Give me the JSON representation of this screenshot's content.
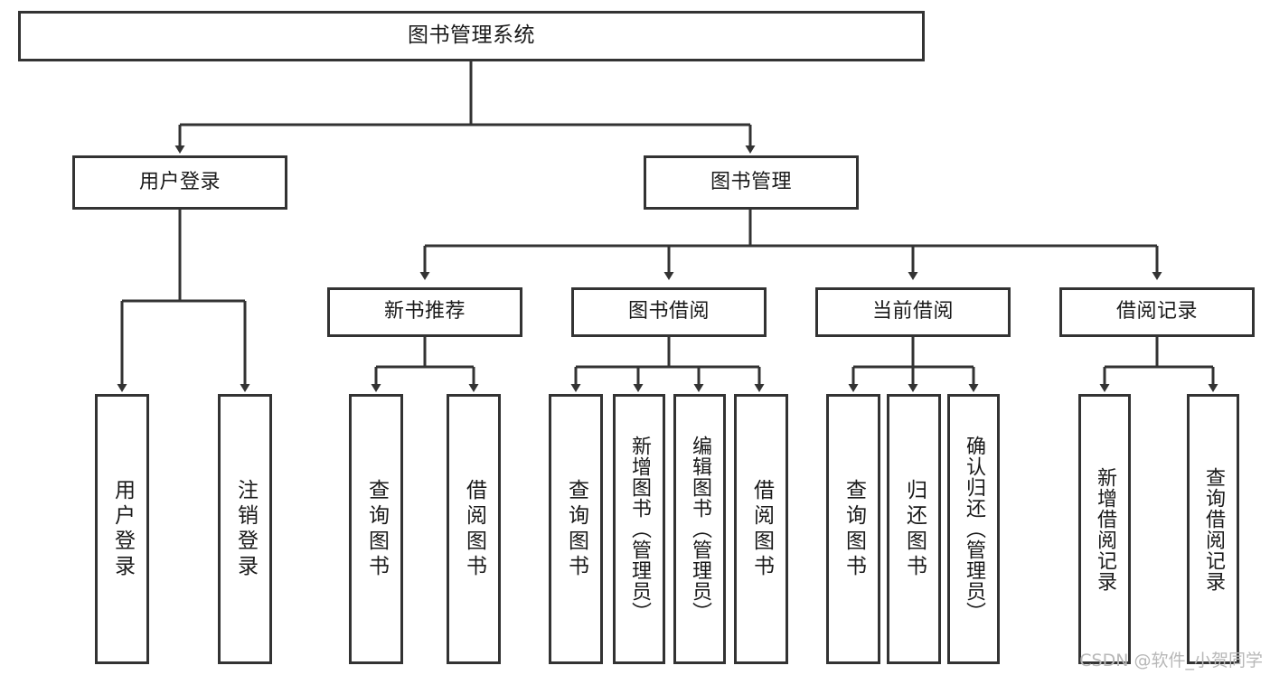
{
  "diagram": {
    "title": "图书管理系统",
    "type": "hierarchy-tree",
    "edge_color": "#333333",
    "node_border_color": "#333333",
    "node_fill_color": "#ffffff",
    "background_color": "#ffffff"
  },
  "root": {
    "label": "图书管理系统"
  },
  "level2": [
    {
      "label": "用户登录"
    },
    {
      "label": "图书管理"
    }
  ],
  "level3": [
    {
      "label": "新书推荐"
    },
    {
      "label": "图书借阅"
    },
    {
      "label": "当前借阅"
    },
    {
      "label": "借阅记录"
    }
  ],
  "leaves": {
    "user_login": [
      {
        "label": "用户登录"
      },
      {
        "label": "注销登录"
      }
    ],
    "new_book_recommend": [
      {
        "label": "查询图书"
      },
      {
        "label": "借阅图书"
      }
    ],
    "book_borrow": [
      {
        "label": "查询图书"
      },
      {
        "label": "新增图书（管理员）"
      },
      {
        "label": "编辑图书（管理员）"
      },
      {
        "label": "借阅图书"
      }
    ],
    "current_borrow": [
      {
        "label": "查询图书"
      },
      {
        "label": "归还图书"
      },
      {
        "label": "确认归还（管理员）"
      }
    ],
    "borrow_record": [
      {
        "label": "新增借阅记录"
      },
      {
        "label": "查询借阅记录"
      }
    ]
  },
  "watermark": {
    "text": "CSDN @软件_小贺同学"
  }
}
